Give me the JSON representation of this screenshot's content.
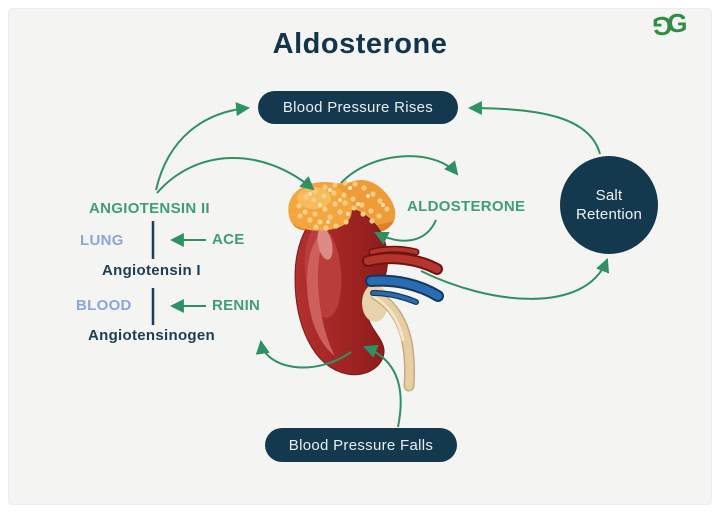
{
  "title": "Aldosterone",
  "brand": {
    "logo_glyph": "G",
    "color": "#2f8d46"
  },
  "nodes": {
    "blood_pressure_rises": "Blood Pressure Rises",
    "blood_pressure_falls": "Blood Pressure Falls",
    "salt_retention": [
      "Salt",
      "Retention"
    ],
    "aldosterone": "ALDOSTERONE",
    "angiotensin_ii": "ANGIOTENSIN II",
    "lung": "LUNG",
    "ace": "ACE",
    "angiotensin_i": "Angiotensin I",
    "blood": "BLOOD",
    "renin": "RENIN",
    "angiotensinogen": "Angiotensinogen"
  },
  "colors": {
    "background": "#f4f4f2",
    "node_navy": "#14384d",
    "title_navy": "#14344a",
    "arrow_green": "#2e9164",
    "label_green": "#3f9e77",
    "label_blue": "#8ba6d9",
    "label_navy": "#1d3d52",
    "brand_green": "#2f8d46",
    "kidney_red": "#a02423",
    "adrenal_orange": "#f2a138",
    "artery_red": "#b5342c",
    "vein_blue": "#2a6cb3",
    "ureter_cream": "#e5cfa6"
  },
  "diagram": {
    "type": "flow",
    "edges": [
      {
        "from": "angiotensin_ii",
        "to": "blood_pressure_rises"
      },
      {
        "from": "angiotensin_ii",
        "to": "adrenal_gland"
      },
      {
        "from": "adrenal_gland",
        "to": "aldosterone"
      },
      {
        "from": "aldosterone",
        "to": "kidney"
      },
      {
        "from": "kidney",
        "to": "salt_retention"
      },
      {
        "from": "salt_retention",
        "to": "blood_pressure_rises"
      },
      {
        "from": "blood_pressure_falls",
        "to": "kidney"
      },
      {
        "from": "kidney",
        "to": "renin"
      },
      {
        "from": "ace",
        "to": "angiotensin_i_conversion"
      },
      {
        "from": "renin",
        "to": "angiotensinogen_conversion"
      }
    ]
  }
}
